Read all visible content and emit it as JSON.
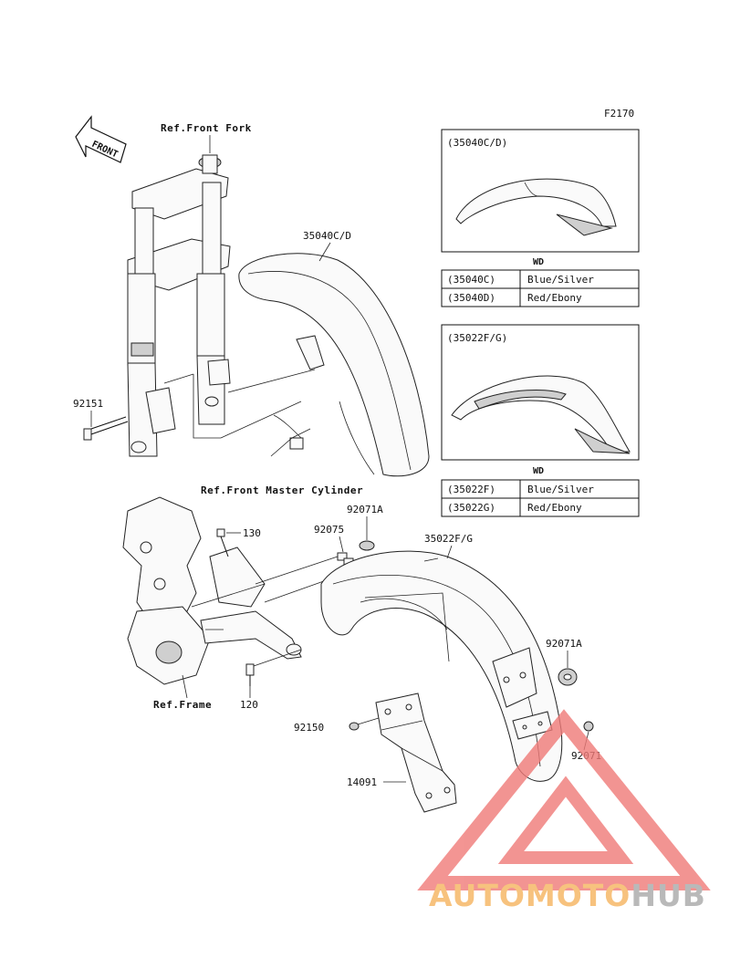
{
  "figure_code": "F2170",
  "front_arrow_label": "FRONT",
  "refs": {
    "front_fork": "Ref.Front Fork",
    "front_master_cylinder": "Ref.Front Master Cylinder",
    "frame": "Ref.Frame"
  },
  "callouts": {
    "c35040": "35040C/D",
    "c92151": "92151",
    "c92071A_top": "92071A",
    "c92075": "92075",
    "c130": "130",
    "c35022": "35022F/G",
    "c92071A_right": "92071A",
    "c120": "120",
    "c92150": "92150",
    "c92071": "92071",
    "c14091": "14091"
  },
  "variant_boxes": [
    {
      "title": "(35040C/D)",
      "wd": "WD",
      "rows": [
        {
          "code": "(35040C)",
          "color": "Blue/Silver"
        },
        {
          "code": "(35040D)",
          "color": "Red/Ebony"
        }
      ]
    },
    {
      "title": "(35022F/G)",
      "wd": "WD",
      "rows": [
        {
          "code": "(35022F)",
          "color": "Blue/Silver"
        },
        {
          "code": "(35022G)",
          "color": "Red/Ebony"
        }
      ]
    }
  ],
  "watermark": {
    "part1": "AUTOMOTO",
    "part2": "HUB",
    "color_primary": "#f7c27e",
    "color_secondary": "#b9b9b9",
    "triangle_color": "#f07a78"
  }
}
